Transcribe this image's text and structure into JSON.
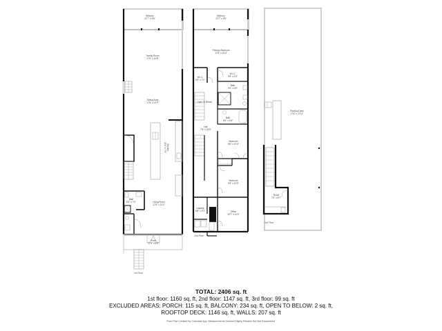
{
  "floors": [
    {
      "label": "1st Floor",
      "rooms": [
        {
          "name": "Balcony",
          "dims": "12'7\" x 6'6\""
        },
        {
          "name": "Family Room",
          "dims": "17'5\" x 16'8\""
        },
        {
          "name": "Dining Area",
          "dims": "17'5\" x 12'9\""
        },
        {
          "name": "Kitchen",
          "dims": "15'4\" x 7'3\""
        },
        {
          "name": "Bath",
          "dims": "8'3\" x 7'0\""
        },
        {
          "name": "Living Room",
          "dims": "17'5\" x 21'1\""
        },
        {
          "name": "Porch",
          "dims": "17'9\" x 8'0\""
        }
      ]
    },
    {
      "label": "2nd Floor",
      "rooms": [
        {
          "name": "Balcony",
          "dims": "12'7\" x 6'6\""
        },
        {
          "name": "Primary Bedroom",
          "dims": "17'5\" x 20'4\""
        },
        {
          "name": "W.I.C.",
          "dims": "5'0\" x 7'0\""
        },
        {
          "name": "W.I.C.",
          "dims": "9'9\" x 4'6\""
        },
        {
          "name": "Bath",
          "dims": "9'9\" x 6'5\""
        },
        {
          "name": "Open To Below",
          "dims": ""
        },
        {
          "name": "Bath",
          "dims": "8'6\" x 5'6\""
        },
        {
          "name": "Hall",
          "dims": "7'5\" x 34'5\""
        },
        {
          "name": "Bedroom",
          "dims": "9'6\" x 10'4\""
        },
        {
          "name": "Bedroom",
          "dims": "9'8\" x 10'5\""
        },
        {
          "name": "Laundry",
          "dims": "6'8\" x 9'0\""
        },
        {
          "name": "Office",
          "dims": "13'7\" x 11'2\""
        }
      ]
    },
    {
      "label": "3rd Floor",
      "rooms": [
        {
          "name": "Rooftop Deck",
          "dims": "17'6\" x 70'11\""
        },
        {
          "name": "Room",
          "dims": "7'2\" x 8'7\""
        }
      ]
    }
  ],
  "summary": {
    "total": "TOTAL: 2406 sq. ft",
    "floors_line": "1st floor: 1160 sq. ft, 2nd floor: 1147 sq. ft, 3rd floor: 99 sq. ft",
    "excluded_line": "EXCLUDED AREAS: PORCH: 115 sq. ft, BALCONY: 234 sq. ft, OPEN TO BELOW: 2 sq. ft,",
    "rooftop_line": "ROOFTOP DECK: 1146 sq. ft, WALLS: 207 sq. ft",
    "footnote": "Floor Plan Created By Cubicasa App. Measurements Deemed Highly Reliable But Not Guaranteed."
  },
  "colors": {
    "wall": "#111111",
    "exterior_line": "#cfcfcf",
    "fixture_line": "#999999"
  }
}
